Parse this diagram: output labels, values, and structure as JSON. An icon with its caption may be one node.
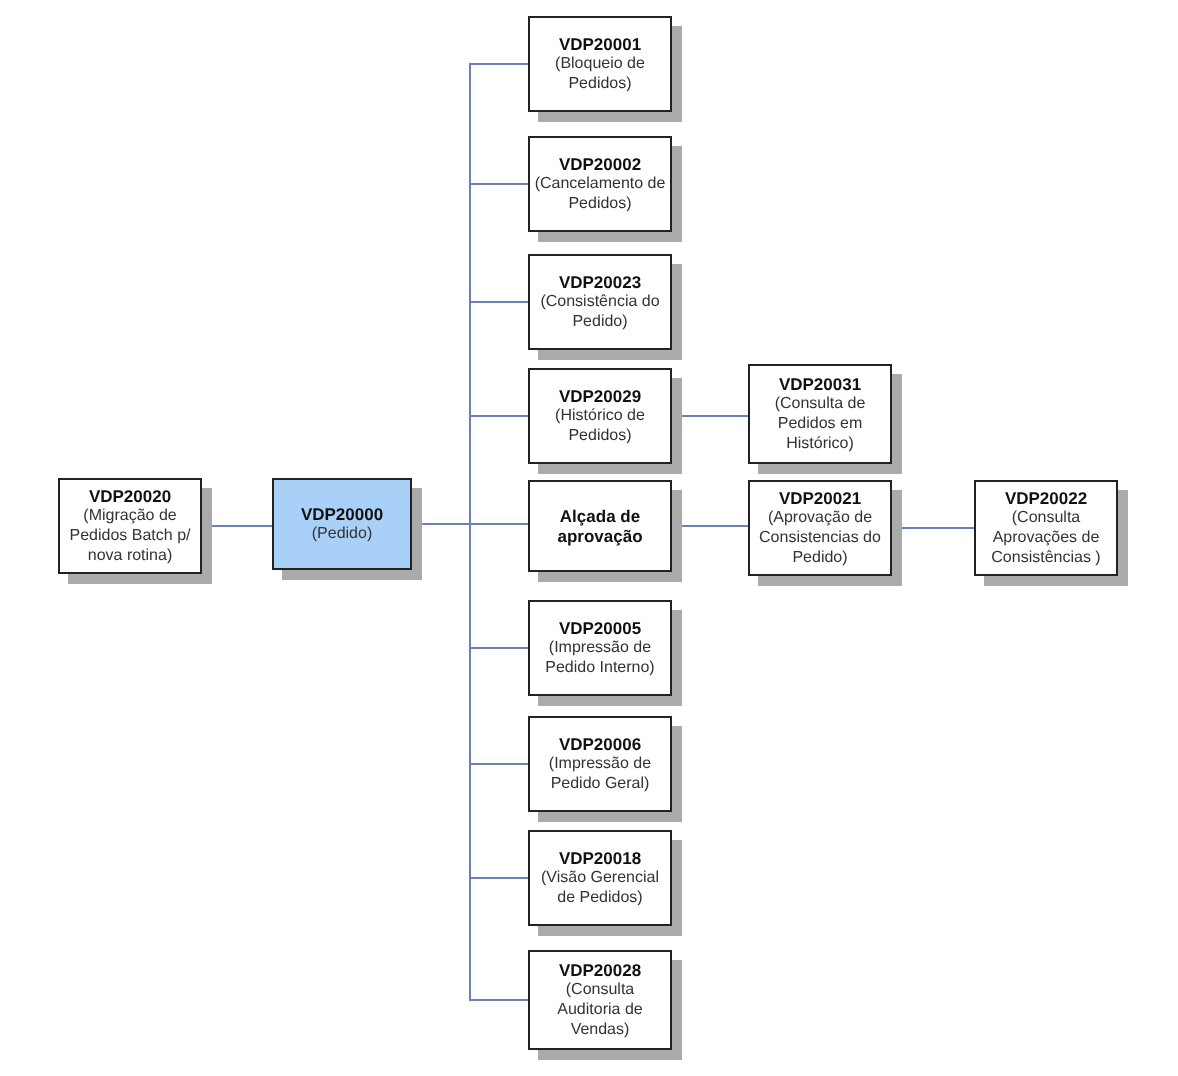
{
  "diagram": {
    "nodes": [
      {
        "text": [
          "VDP20020",
          "(Migração de Pedidos Batch p/ nova rotina)"
        ]
      },
      {
        "text": [
          "VDP20000",
          "(Pedido)"
        ]
      },
      {
        "text": [
          "VDP20001",
          "(Bloqueio de Pedidos)"
        ]
      },
      {
        "text": [
          "VDP20002",
          "(Cancelamento de Pedidos)"
        ]
      },
      {
        "text": [
          "VDP20023",
          "(Consistência do Pedido)"
        ]
      },
      {
        "text": [
          "VDP20029",
          "(Histórico de Pedidos)"
        ]
      },
      {
        "text": [
          "VDP20031",
          "(Consulta de Pedidos em Histórico)"
        ]
      },
      {
        "text": [
          "Alçada de aprovação"
        ]
      },
      {
        "text": [
          "VDP20021",
          "(Aprovação de Consistencias do Pedido)"
        ]
      },
      {
        "text": [
          "VDP20022",
          "(Consulta Aprovações de Consistências )"
        ]
      },
      {
        "text": [
          "VDP20005",
          "(Impressão de Pedido Interno)"
        ]
      },
      {
        "text": [
          "VDP20006",
          "(Impressão de Pedido Geral)"
        ]
      },
      {
        "text": [
          "VDP20018",
          "(Visão Gerencial de Pedidos)"
        ]
      },
      {
        "text": [
          "VDP20028",
          "(Consulta Auditoria de Vendas)"
        ]
      }
    ],
    "edges": [
      {
        "from": 0,
        "to": 1,
        "arrow": "none"
      },
      {
        "from": 1,
        "to": 2,
        "arrow": "none"
      },
      {
        "from": 1,
        "to": 3,
        "arrow": "none"
      },
      {
        "from": 1,
        "to": 4,
        "arrow": "none"
      },
      {
        "from": 1,
        "to": 5,
        "arrow": "none"
      },
      {
        "from": 5,
        "to": 6,
        "arrow": "none"
      },
      {
        "from": 1,
        "to": 7,
        "arrow": "none"
      },
      {
        "from": 7,
        "to": 8,
        "arrow": "none"
      },
      {
        "from": 8,
        "to": 9,
        "arrow": "none"
      },
      {
        "from": 1,
        "to": 10,
        "arrow": "none"
      },
      {
        "from": 1,
        "to": 11,
        "arrow": "none"
      },
      {
        "from": 1,
        "to": 12,
        "arrow": "none"
      },
      {
        "from": 1,
        "to": 13,
        "arrow": "none"
      }
    ]
  }
}
